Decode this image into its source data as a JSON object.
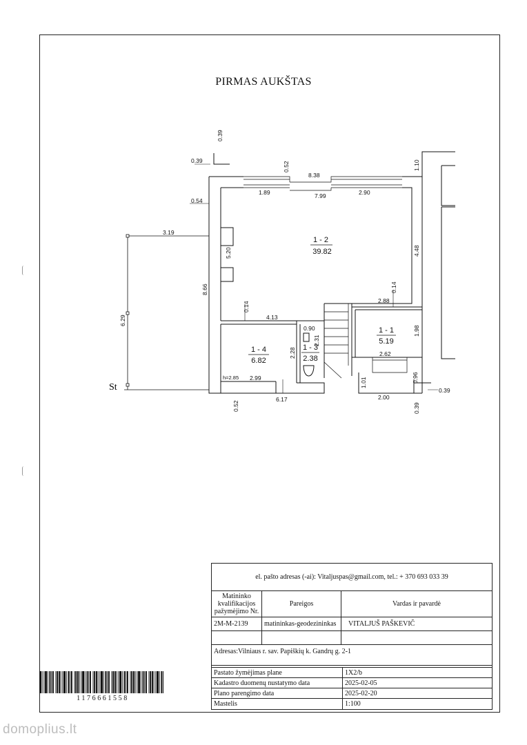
{
  "title": "PIRMAS AUKŠTAS",
  "plan": {
    "rooms": [
      {
        "id": "1 - 2",
        "area": "39.82"
      },
      {
        "id": "1 - 1",
        "area": "5.19"
      },
      {
        "id": "1 - 4",
        "area": "6.82"
      },
      {
        "id": "1 - 3",
        "area": "2.38"
      }
    ],
    "dimensions": [
      "0.39",
      "0.39",
      "0.52",
      "8.38",
      "1.10",
      "1.89",
      "7.99",
      "2.90",
      "0.54",
      "3.19",
      "5.20",
      "4.48",
      "8.66",
      "6.29",
      "0.14",
      "0.14",
      "2.88",
      "4.13",
      "0.90",
      "2.31",
      "1.98",
      "2.28",
      "2.62",
      "2.99",
      "6.17",
      "0.52",
      "1.01",
      "0.96",
      "0.39",
      "2.00",
      "0.39"
    ],
    "height_note": "h=2.85",
    "st_label": "St"
  },
  "title_block": {
    "contact": "el. pašto adresas (-ai): Vitaljuspas@gmail.com, tel.: + 370 693 033 39",
    "header_cert": "Matininko kvalifikacijos pažymėjimo Nr.",
    "header_role": "Pareigos",
    "header_name": "Vardas ir pavardė",
    "cert_no": "2M-M-2139",
    "role": "matininkas-geodezininkas",
    "name": "VITALJUŠ PAŠKEVIČ",
    "address_label": "Adresas:",
    "address": "Vilniaus r. sav. Papiškių k. Gandrų g. 2-1",
    "rows": [
      {
        "label": "Pastato žymėjimas plane",
        "value": "1X2/b"
      },
      {
        "label": "Kadastro duomenų nustatymo data",
        "value": "2025-02-05"
      },
      {
        "label": "Plano parengimo data",
        "value": "2025-02-20"
      },
      {
        "label": "Mastelis",
        "value": "1:100"
      }
    ]
  },
  "barcode_number": "1176661558",
  "watermark": "domoplius.lt"
}
